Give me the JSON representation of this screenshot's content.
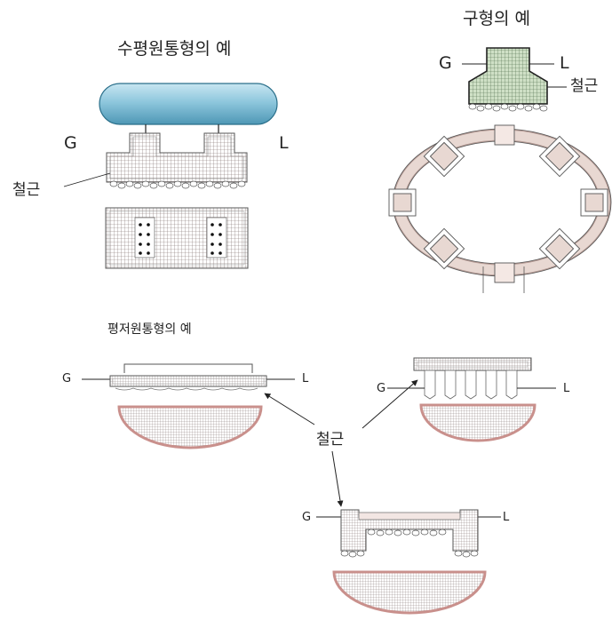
{
  "titles": {
    "horizontal_tank": "수평원통형의 예",
    "spherical_tank": "구형의 예",
    "flat_bottom_tank": "평저원통형의 예"
  },
  "labels": {
    "ground": "G",
    "level": "L",
    "rebar": "철근"
  },
  "colors": {
    "tank_fill": "#8ec7dd",
    "tank_stroke": "#2a6f8a",
    "footing_green": "#cfe0c6",
    "grid_line": "#7a6a68",
    "pink": "#c9908c",
    "pier_fill": "#e8d8d2"
  }
}
